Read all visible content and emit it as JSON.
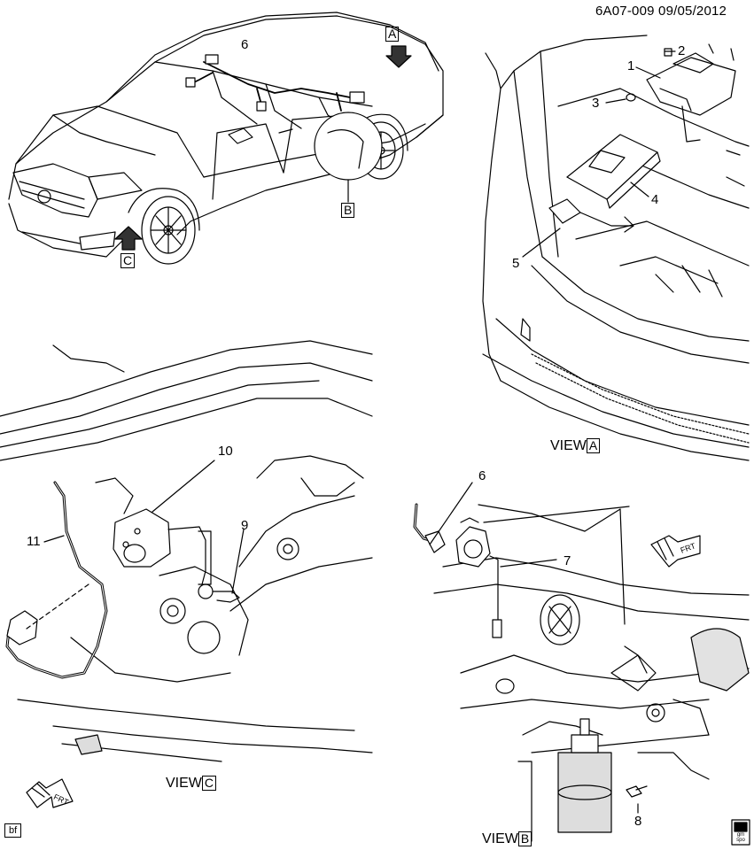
{
  "header": {
    "diagram_id": "6A07-009",
    "date": "09/05/2012"
  },
  "callouts": [
    "1",
    "2",
    "3",
    "4",
    "5",
    "6",
    "7",
    "8",
    "9",
    "10",
    "11",
    "6"
  ],
  "view_labels": {
    "a": {
      "word": "VIEW",
      "letter": "A"
    },
    "b": {
      "word": "VIEW",
      "letter": "B"
    },
    "c": {
      "word": "VIEW",
      "letter": "C"
    }
  },
  "car_markers": {
    "a": "A",
    "b": "B",
    "c": "C"
  },
  "corner_tag": "bf",
  "logo_text": "gm spo",
  "frt_label": "FRT",
  "colors": {
    "line": "#000000",
    "background": "#ffffff",
    "shade": "#d8d8d8"
  }
}
